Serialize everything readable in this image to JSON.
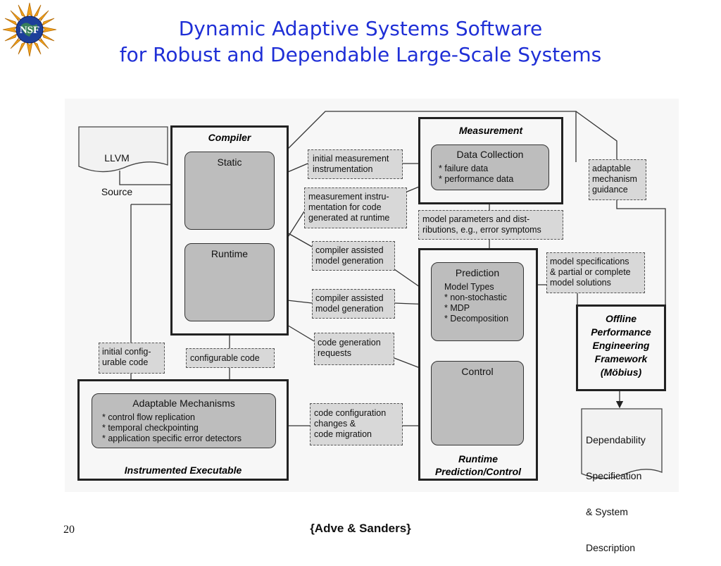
{
  "title_line1": "Dynamic Adaptive Systems Software",
  "title_line2": "for Robust and Dependable Large-Scale Systems",
  "logo_text": "NSF",
  "diagram": {
    "llvm_source": [
      "LLVM",
      "Source"
    ],
    "compiler": {
      "title": "Compiler",
      "static": "Static",
      "runtime": "Runtime"
    },
    "measurement": {
      "title": "Measurement",
      "data_collection": {
        "title": "Data Collection",
        "items": [
          "* failure data",
          "* performance data"
        ]
      }
    },
    "runtime_pc": {
      "title": [
        "Runtime",
        "Prediction/Control"
      ],
      "prediction": {
        "title": "Prediction",
        "subtitle": "Model Types",
        "items": [
          "* non-stochastic",
          "* MDP",
          "* Decomposition"
        ]
      },
      "control": "Control"
    },
    "instrumented": {
      "title": "Instrumented Executable",
      "adaptable": {
        "title": "Adaptable Mechanisms",
        "items": [
          "* control flow replication",
          "* temporal checkpointing",
          "* application specific error detectors"
        ]
      }
    },
    "offline": [
      "Offline",
      "Performance",
      "Engineering",
      "Framework",
      "(Möbius)"
    ],
    "dependability": [
      "Dependability",
      "Specification",
      "& System",
      "Description"
    ],
    "labels": {
      "initial_measurement": [
        "initial measurement",
        "instrumentation"
      ],
      "measurement_instru": [
        "measurement instru-",
        "mentation for code",
        "generated at runtime"
      ],
      "model_params": [
        "model parameters and dist-",
        "ributions, e.g., error symptoms"
      ],
      "adaptable_guidance": [
        "adaptable",
        "mechanism",
        "guidance"
      ],
      "compiler_assisted_1": [
        "compiler assisted",
        "model generation"
      ],
      "compiler_assisted_2": [
        "compiler assisted",
        "model generation"
      ],
      "model_specs": [
        "model specifications",
        "& partial or complete",
        "model solutions"
      ],
      "code_gen_requests": [
        "code generation",
        "requests"
      ],
      "initial_config": [
        "initial config-",
        "urable code"
      ],
      "configurable_code": "configurable code",
      "code_config_changes": [
        "code configuration",
        "changes &",
        "code migration"
      ]
    }
  },
  "page_number": "20",
  "credit": "{Adve & Sanders}",
  "colors": {
    "title": "#1f2fd6",
    "logo_orange": "#f2a21b",
    "logo_globe": "#1d3f9a",
    "box_fill": "#bdbdbd",
    "dashed_fill": "#d8d8d8"
  }
}
